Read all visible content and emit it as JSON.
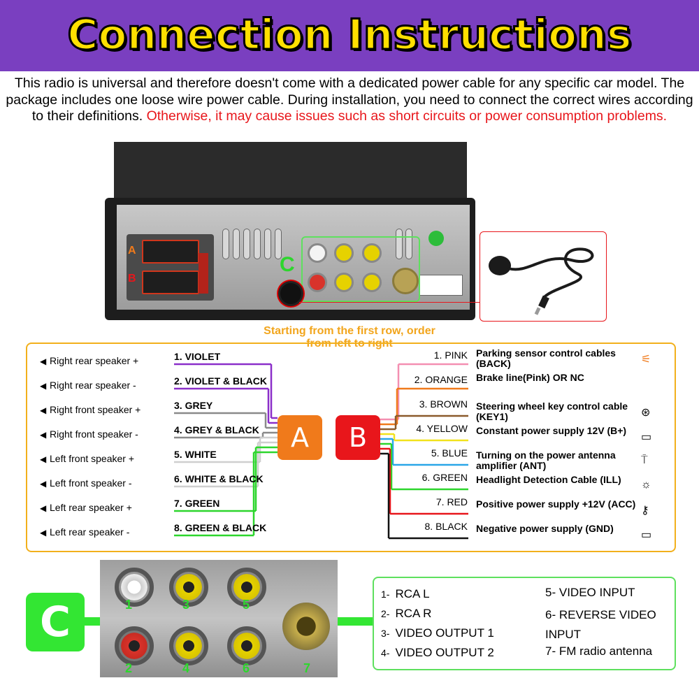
{
  "title": "Connection Instructions",
  "intro": {
    "text": "This radio is universal and therefore doesn't come with a dedicated power cable for any specific car model. The package includes one loose wire power cable. During installation, you need to connect the correct wires according to their definitions.",
    "warning": "Otherwise, it may cause issues such as short circuits or power consumption problems."
  },
  "unit_labels": {
    "a": "A",
    "b": "B",
    "c": "C"
  },
  "order_note": "Starting from the first row, order from left to right",
  "harness_a": [
    {
      "function": "Right rear speaker +",
      "wire": "1. VIOLET",
      "color": "#8b2fc9"
    },
    {
      "function": "Right rear speaker -",
      "wire": "2. VIOLET & BLACK",
      "color": "#8b2fc9"
    },
    {
      "function": "Right front speaker +",
      "wire": "3. GREY",
      "color": "#8a8a8a"
    },
    {
      "function": "Right front speaker -",
      "wire": "4. GREY & BLACK",
      "color": "#8a8a8a"
    },
    {
      "function": "Left front speaker +",
      "wire": "5. WHITE",
      "color": "#cfcfcf"
    },
    {
      "function": "Left front speaker -",
      "wire": "6. WHITE & BLACK",
      "color": "#cfcfcf"
    },
    {
      "function": "Left rear speaker +",
      "wire": "7. GREEN",
      "color": "#2dd62d"
    },
    {
      "function": "Left rear speaker -",
      "wire": "8. GREEN & BLACK",
      "color": "#2dd62d"
    }
  ],
  "harness_b": [
    {
      "wire": "1. PINK",
      "function": "Parking sensor control cables (BACK)",
      "color": "#f48fb1",
      "icon": "parking-light-icon"
    },
    {
      "wire": "2. ORANGE",
      "function": "Brake line(Pink) OR NC",
      "color": "#f07a1b",
      "icon": ""
    },
    {
      "wire": "3. BROWN",
      "function": "Steering wheel key control cable (KEY1)",
      "color": "#8b5a2b",
      "icon": "steering-wheel-icon"
    },
    {
      "wire": "4. YELLOW",
      "function": "Constant power supply 12V (B+)",
      "color": "#f2e21c",
      "icon": "battery-icon"
    },
    {
      "wire": "5. BLUE",
      "function": "Turning on the power antenna amplifier (ANT)",
      "color": "#2aa6e8",
      "icon": "antenna-icon"
    },
    {
      "wire": "6. GREEN",
      "function": "Headlight Detection Cable (ILL)",
      "color": "#2dd62d",
      "icon": "light-icon"
    },
    {
      "wire": "7. RED",
      "function": "Positive power supply +12V (ACC)",
      "color": "#e8161b",
      "icon": "key-icon"
    },
    {
      "wire": "8. BLACK",
      "function": "Negative power supply (GND)",
      "color": "#111111",
      "icon": "battery-icon"
    }
  ],
  "badges": {
    "a": "A",
    "b": "B",
    "c": "C"
  },
  "rca_numbers": [
    "1",
    "2",
    "3",
    "4",
    "5",
    "6",
    "7"
  ],
  "c_items": [
    {
      "num": "1-",
      "label": "RCA L"
    },
    {
      "num": "2-",
      "label": "RCA R"
    },
    {
      "num": "3-",
      "label": "VIDEO OUTPUT 1"
    },
    {
      "num": "4-",
      "label": "VIDEO OUTPUT 2"
    },
    {
      "num": "5-",
      "label": "VIDEO INPUT"
    },
    {
      "num": "6-",
      "label": "REVERSE VIDEO INPUT"
    },
    {
      "num": "7-",
      "label": "FM radio antenna"
    }
  ],
  "colors": {
    "banner": "#7a3fc0",
    "title": "#ffe000",
    "warning": "#e8161b",
    "panel_border": "#f2b01c",
    "c_green": "#33e633"
  }
}
